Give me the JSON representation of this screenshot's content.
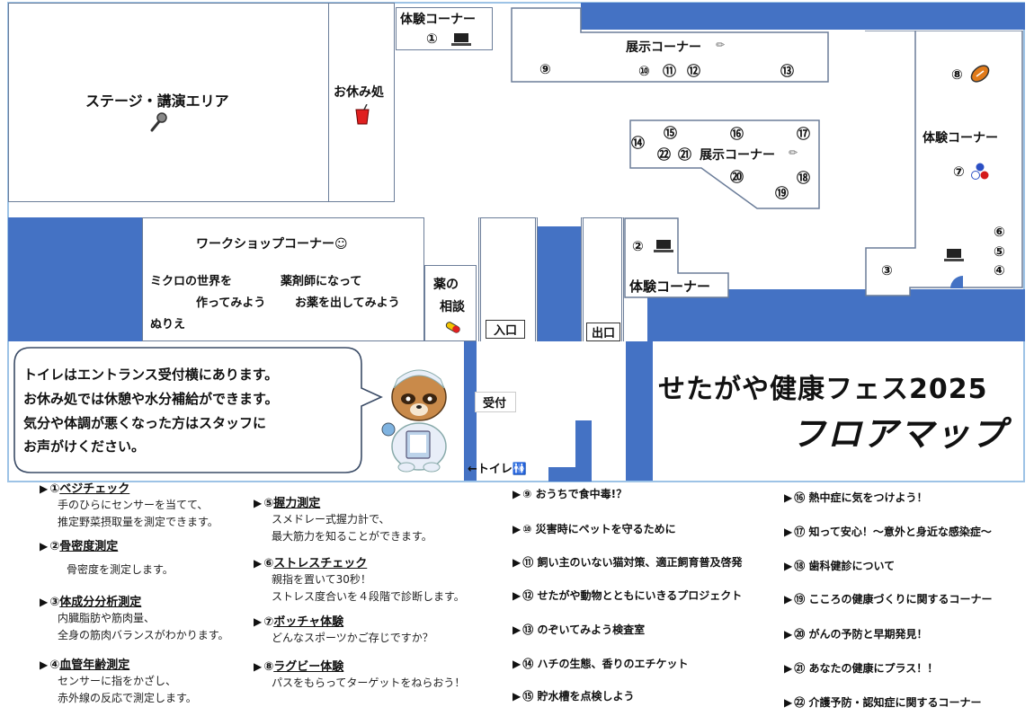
{
  "colors": {
    "accent_blue": "#4472c4",
    "frame": "#9dc3e6",
    "line": "#6b7d99"
  },
  "map": {
    "stage": {
      "label": "ステージ・講演エリア",
      "icon": "microphone-icon"
    },
    "rest": {
      "label": "お休み処",
      "icon": "drink-cup-icon"
    },
    "exp1": {
      "label": "体験コーナー",
      "num": "①",
      "icon": "laptop-icon"
    },
    "exhibit_top": {
      "label": "展示コーナー",
      "n9": "⑨",
      "n10": "⑩",
      "n11": "⑪",
      "n12": "⑫",
      "n13": "⑬"
    },
    "exhibit_mid": {
      "label": "展示コーナー",
      "n14": "⑭",
      "n15": "⑮",
      "n16": "⑯",
      "n17": "⑰",
      "n18": "⑱",
      "n19": "⑲",
      "n20": "⑳",
      "n21": "㉑",
      "n22": "㉒"
    },
    "exp_right": {
      "label": "体験コーナー",
      "n8": "⑧",
      "n7": "⑦",
      "n6": "⑥",
      "n5": "⑤",
      "n4": "④",
      "n3": "③"
    },
    "workshop": {
      "label": "ワークショップコーナー☺",
      "item1_l1": "ミクロの世界を",
      "item1_l2": "作ってみよう",
      "item2_l1": "薬剤師になって",
      "item2_l2": "お薬を出してみよう",
      "item3": "ぬりえ"
    },
    "medicine": {
      "l1": "薬の",
      "l2": "相談"
    },
    "entrance": "入口",
    "exit": "出口",
    "exp2": {
      "num": "②",
      "label": "体験コーナー"
    },
    "reception": "受付",
    "toilet": "←トイレ🚻"
  },
  "notice": {
    "l1": "トイレはエントランス受付横にあります。",
    "l2": "お休み処では休憩や水分補給ができます。",
    "l3": "気分や体調が悪くなった方はスタッフに",
    "l4": "お声がけください。"
  },
  "title": {
    "l1": "せたがや健康フェス2025",
    "l2": "フロアマップ"
  },
  "legend": {
    "c1": [
      {
        "mark": "▶",
        "num": "①",
        "name": "ベジチェック",
        "desc": [
          "手のひらにセンサーを当てて、",
          "推定野菜摂取量を測定できます。"
        ]
      },
      {
        "mark": "▶",
        "num": "②",
        "name": "骨密度測定",
        "desc": [
          "骨密度を測定します。"
        ]
      },
      {
        "mark": "▶",
        "num": "③",
        "name": "体成分分析測定",
        "desc": [
          "内臓脂肪や筋肉量、",
          "全身の筋肉バランスがわかります。"
        ]
      },
      {
        "mark": "▶",
        "num": "④",
        "name": "血管年齢測定",
        "desc": [
          "センサーに指をかざし、",
          "赤外線の反応で測定します。"
        ]
      }
    ],
    "c2": [
      {
        "mark": "▶",
        "num": "⑤",
        "name": "握力測定",
        "desc": [
          "スメドレー式握力計で、",
          "最大筋力を知ることができます。"
        ]
      },
      {
        "mark": "▶",
        "num": "⑥",
        "name": "ストレスチェック",
        "desc": [
          "親指を置いて30秒！",
          "ストレス度合いを４段階で診断します。"
        ]
      },
      {
        "mark": "▶",
        "num": "⑦",
        "name": "ボッチャ体験",
        "desc": [
          "どんなスポーツかご存じですか？"
        ]
      },
      {
        "mark": "▶",
        "num": "⑧",
        "name": "ラグビー体験",
        "desc": [
          "パスをもらってターゲットをねらおう！"
        ]
      }
    ],
    "c3": [
      {
        "mark": "▶",
        "num": "⑨",
        "text": "おうちで食中毒!？"
      },
      {
        "mark": "▶",
        "num": "⑩",
        "text": "災害時にペットを守るために"
      },
      {
        "mark": "▶",
        "num": "⑪",
        "text": "飼い主のいない猫対策、適正飼育普及啓発"
      },
      {
        "mark": "▶",
        "num": "⑫",
        "text": "せたがや動物とともにいきるプロジェクト"
      },
      {
        "mark": "▶",
        "num": "⑬",
        "text": "のぞいてみよう検査室"
      },
      {
        "mark": "▶",
        "num": "⑭",
        "text": "ハチの生態、香りのエチケット"
      },
      {
        "mark": "▶",
        "num": "⑮",
        "text": "貯水槽を点検しよう"
      }
    ],
    "c4": [
      {
        "mark": "▶",
        "num": "⑯",
        "text": "熱中症に気をつけよう！"
      },
      {
        "mark": "▶",
        "num": "⑰",
        "text": "知って安心！～意外と身近な感染症～"
      },
      {
        "mark": "▶",
        "num": "⑱",
        "text": "歯科健診について"
      },
      {
        "mark": "▶",
        "num": "⑲",
        "text": "こころの健康づくりに関するコーナー"
      },
      {
        "mark": "▶",
        "num": "⑳",
        "text": "がんの予防と早期発見！"
      },
      {
        "mark": "▶",
        "num": "㉑",
        "text": "あなたの健康にプラス！！"
      },
      {
        "mark": "▶",
        "num": "㉒",
        "text": "介護予防・認知症に関するコーナー"
      }
    ]
  }
}
